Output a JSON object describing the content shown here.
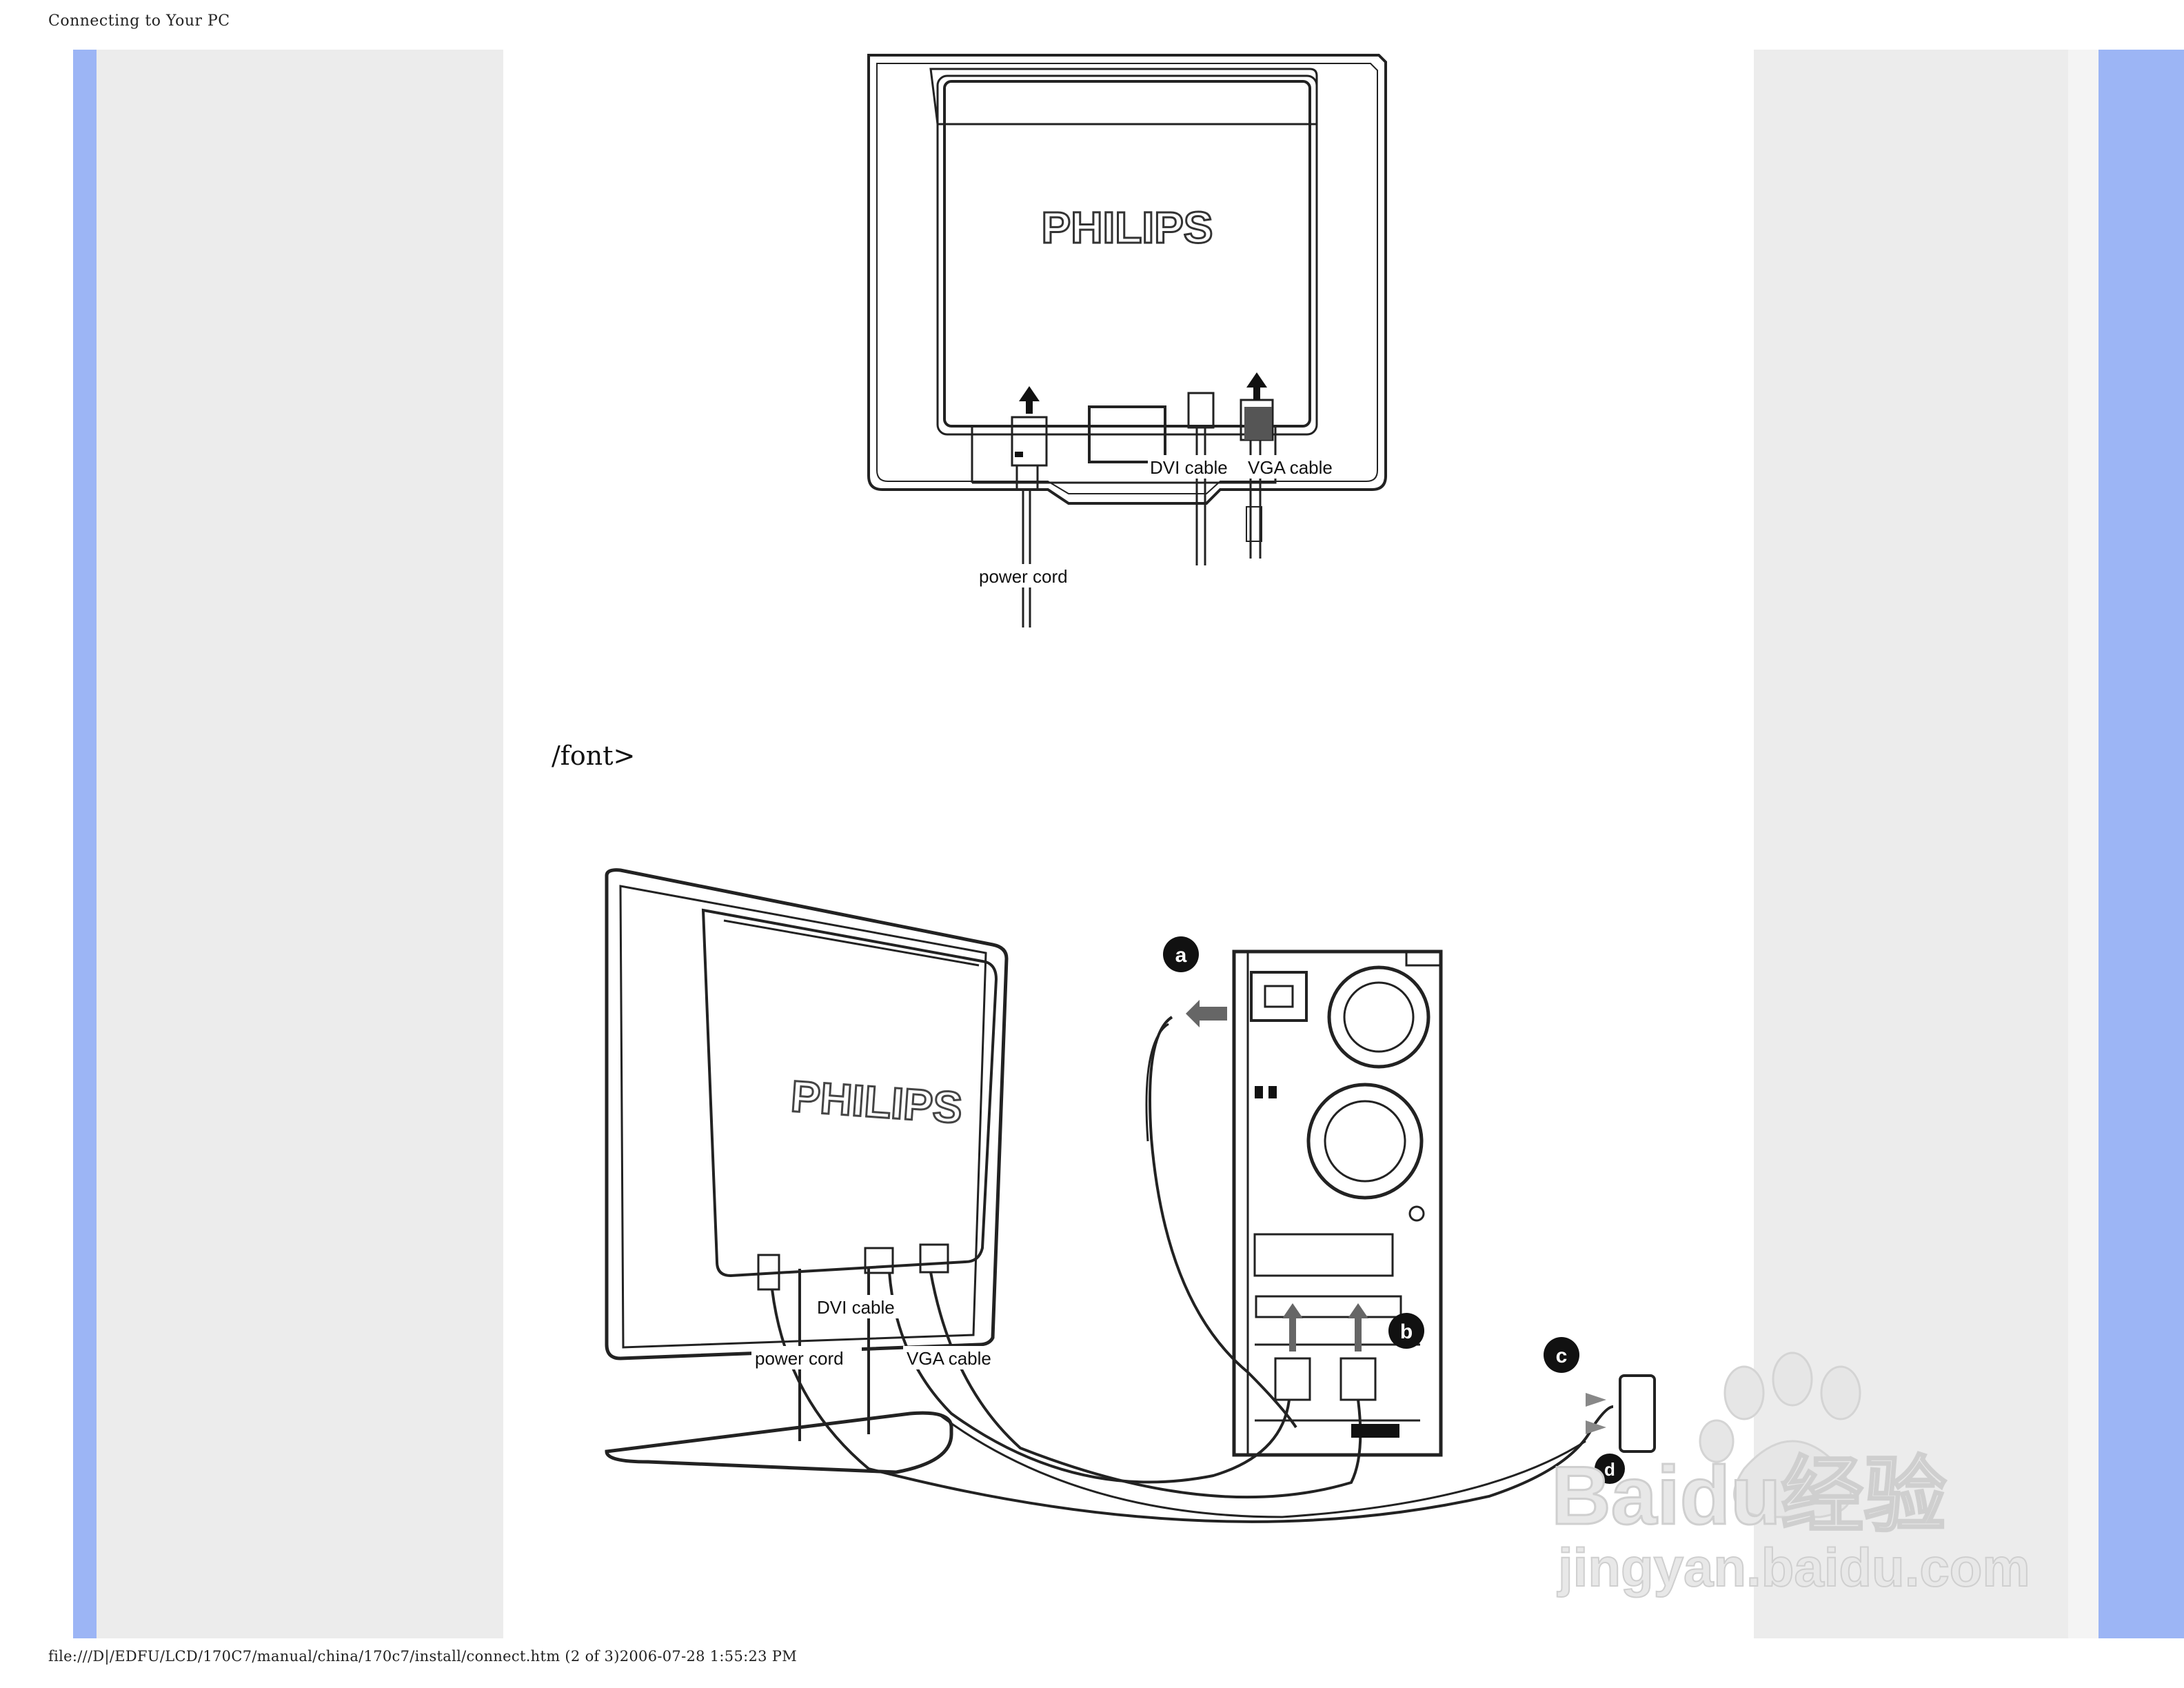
{
  "header": {
    "title": "Connecting to Your PC"
  },
  "footer": {
    "path": "file:///D|/EDFU/LCD/170C7/manual/china/170c7/install/connect.htm (2 of 3)2006-07-28 1:55:23 PM"
  },
  "stray_text": "/font>",
  "figure1": {
    "brand": "PHILIPS",
    "labels": {
      "dvi": "DVI cable",
      "vga": "VGA cable",
      "power": "power cord"
    }
  },
  "figure2": {
    "brand": "PHILIPS",
    "labels": {
      "dvi": "DVI cable",
      "vga": "VGA cable",
      "power": "power cord"
    },
    "callouts": {
      "a": "a",
      "b": "b",
      "c": "c",
      "d": "d"
    }
  },
  "watermark": {
    "brand": "Baidu经验",
    "url": "jingyan.baidu.com"
  }
}
